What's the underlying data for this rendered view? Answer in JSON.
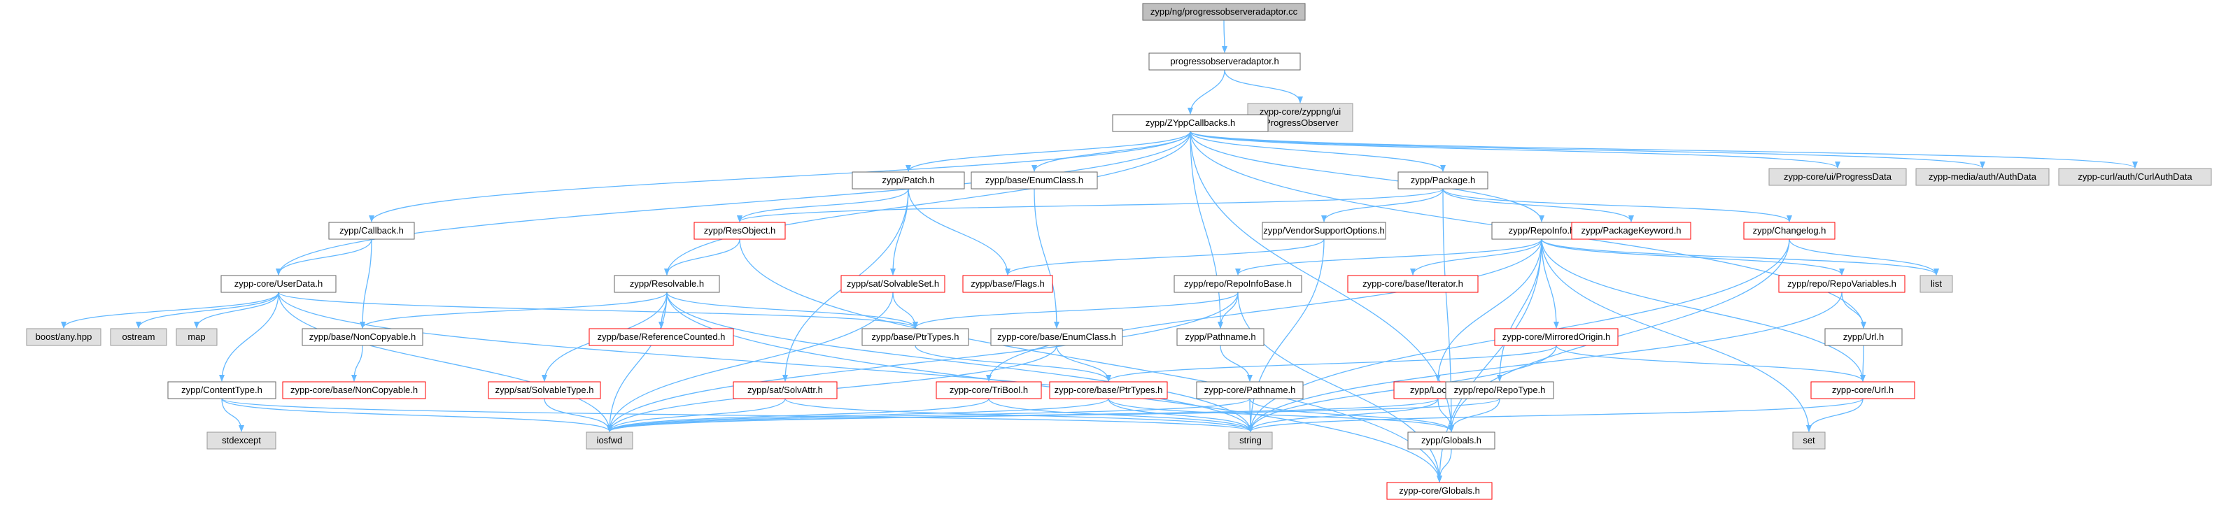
{
  "graph": {
    "edge_color": "#63b8ff",
    "styles": {
      "root": {
        "fill": "#bfbfbf",
        "stroke": "#666666",
        "text": "#000000"
      },
      "normal": {
        "fill": "#ffffff",
        "stroke": "#666666",
        "text": "#000000"
      },
      "red": {
        "fill": "#ffffff",
        "stroke": "#ff0000",
        "text": "#000000"
      },
      "ext": {
        "fill": "#e0e0e0",
        "stroke": "#999999",
        "text": "#000000"
      }
    },
    "nodes": [
      {
        "id": "root",
        "lines": [
          "zypp/ng/progressobserveradaptor.cc"
        ],
        "style": "root"
      },
      {
        "id": "poa",
        "lines": [
          "progressobserveradaptor.h"
        ],
        "style": "normal"
      },
      {
        "id": "zyppui",
        "lines": [
          "zypp-core/zyppng/ui",
          "/ProgressObserver"
        ],
        "style": "ext"
      },
      {
        "id": "zcb",
        "lines": [
          "zypp/ZYppCallbacks.h"
        ],
        "style": "normal"
      },
      {
        "id": "uipd",
        "lines": [
          "zypp-core/ui/ProgressData"
        ],
        "style": "ext"
      },
      {
        "id": "mauth",
        "lines": [
          "zypp-media/auth/AuthData"
        ],
        "style": "ext"
      },
      {
        "id": "cauth",
        "lines": [
          "zypp-curl/auth/CurlAuthData"
        ],
        "style": "ext"
      },
      {
        "id": "patch",
        "lines": [
          "zypp/Patch.h"
        ],
        "style": "normal"
      },
      {
        "id": "benum",
        "lines": [
          "zypp/base/EnumClass.h"
        ],
        "style": "normal"
      },
      {
        "id": "pkg",
        "lines": [
          "zypp/Package.h"
        ],
        "style": "normal"
      },
      {
        "id": "cb",
        "lines": [
          "zypp/Callback.h"
        ],
        "style": "normal"
      },
      {
        "id": "resobj",
        "lines": [
          "zypp/ResObject.h"
        ],
        "style": "red"
      },
      {
        "id": "vso",
        "lines": [
          "zypp/VendorSupportOptions.h"
        ],
        "style": "normal"
      },
      {
        "id": "repoinfo",
        "lines": [
          "zypp/RepoInfo.h"
        ],
        "style": "normal"
      },
      {
        "id": "pkw",
        "lines": [
          "zypp/PackageKeyword.h"
        ],
        "style": "red"
      },
      {
        "id": "chlog",
        "lines": [
          "zypp/Changelog.h"
        ],
        "style": "red"
      },
      {
        "id": "userdata",
        "lines": [
          "zypp-core/UserData.h"
        ],
        "style": "normal"
      },
      {
        "id": "resolv",
        "lines": [
          "zypp/Resolvable.h"
        ],
        "style": "normal"
      },
      {
        "id": "ssset",
        "lines": [
          "zypp/sat/SolvableSet.h"
        ],
        "style": "red"
      },
      {
        "id": "bflags",
        "lines": [
          "zypp/base/Flags.h"
        ],
        "style": "red"
      },
      {
        "id": "rrib",
        "lines": [
          "zypp/repo/RepoInfoBase.h"
        ],
        "style": "normal"
      },
      {
        "id": "iter",
        "lines": [
          "zypp-core/base/Iterator.h"
        ],
        "style": "red"
      },
      {
        "id": "rvars",
        "lines": [
          "zypp/repo/RepoVariables.h"
        ],
        "style": "red"
      },
      {
        "id": "list",
        "lines": [
          "list"
        ],
        "style": "ext"
      },
      {
        "id": "anyhpp",
        "lines": [
          "boost/any.hpp"
        ],
        "style": "ext"
      },
      {
        "id": "ostream",
        "lines": [
          "ostream"
        ],
        "style": "ext"
      },
      {
        "id": "map",
        "lines": [
          "map"
        ],
        "style": "ext"
      },
      {
        "id": "bnoncp",
        "lines": [
          "zypp/base/NonCopyable.h"
        ],
        "style": "normal"
      },
      {
        "id": "brc",
        "lines": [
          "zypp/base/ReferenceCounted.h"
        ],
        "style": "red"
      },
      {
        "id": "bptr",
        "lines": [
          "zypp/base/PtrTypes.h"
        ],
        "style": "normal"
      },
      {
        "id": "cenum",
        "lines": [
          "zypp-core/base/EnumClass.h"
        ],
        "style": "normal"
      },
      {
        "id": "pathn",
        "lines": [
          "zypp/Pathname.h"
        ],
        "style": "normal"
      },
      {
        "id": "mirr",
        "lines": [
          "zypp-core/MirroredOrigin.h"
        ],
        "style": "red"
      },
      {
        "id": "url",
        "lines": [
          "zypp/Url.h"
        ],
        "style": "normal"
      },
      {
        "id": "cbnoncp",
        "lines": [
          "zypp-core/base/NonCopyable.h"
        ],
        "style": "red"
      },
      {
        "id": "ctype",
        "lines": [
          "zypp/ContentType.h"
        ],
        "style": "normal"
      },
      {
        "id": "sstype",
        "lines": [
          "zypp/sat/SolvableType.h"
        ],
        "style": "red"
      },
      {
        "id": "sattr",
        "lines": [
          "zypp/sat/SolvAttr.h"
        ],
        "style": "red"
      },
      {
        "id": "tribool",
        "lines": [
          "zypp-core/TriBool.h"
        ],
        "style": "red"
      },
      {
        "id": "cbptr",
        "lines": [
          "zypp-core/base/PtrTypes.h"
        ],
        "style": "red"
      },
      {
        "id": "cpathn",
        "lines": [
          "zypp-core/Pathname.h"
        ],
        "style": "normal"
      },
      {
        "id": "locale",
        "lines": [
          "zypp/Locale.h"
        ],
        "style": "red"
      },
      {
        "id": "rtype",
        "lines": [
          "zypp/repo/RepoType.h"
        ],
        "style": "normal"
      },
      {
        "id": "curl",
        "lines": [
          "zypp-core/Url.h"
        ],
        "style": "red"
      },
      {
        "id": "stdexc",
        "lines": [
          "stdexcept"
        ],
        "style": "ext"
      },
      {
        "id": "iosfwd",
        "lines": [
          "iosfwd"
        ],
        "style": "ext"
      },
      {
        "id": "string",
        "lines": [
          "string"
        ],
        "style": "ext"
      },
      {
        "id": "globals",
        "lines": [
          "zypp/Globals.h"
        ],
        "style": "normal"
      },
      {
        "id": "set",
        "lines": [
          "set"
        ],
        "style": "ext"
      },
      {
        "id": "cglobals",
        "lines": [
          "zypp-core/Globals.h"
        ],
        "style": "red"
      }
    ],
    "edges": [
      [
        "root",
        "poa"
      ],
      [
        "poa",
        "zcb"
      ],
      [
        "poa",
        "zyppui"
      ],
      [
        "zcb",
        "uipd"
      ],
      [
        "zcb",
        "mauth"
      ],
      [
        "zcb",
        "cauth"
      ],
      [
        "zcb",
        "patch"
      ],
      [
        "zcb",
        "benum"
      ],
      [
        "zcb",
        "pkg"
      ],
      [
        "zcb",
        "cb"
      ],
      [
        "zcb",
        "userdata"
      ],
      [
        "zcb",
        "resolv"
      ],
      [
        "zcb",
        "pathn"
      ],
      [
        "zcb",
        "repoinfo"
      ],
      [
        "zcb",
        "url"
      ],
      [
        "zcb",
        "globals"
      ],
      [
        "patch",
        "resobj"
      ],
      [
        "patch",
        "ssset"
      ],
      [
        "patch",
        "bflags"
      ],
      [
        "patch",
        "sattr"
      ],
      [
        "benum",
        "cenum"
      ],
      [
        "pkg",
        "resobj"
      ],
      [
        "pkg",
        "vso"
      ],
      [
        "pkg",
        "pkw"
      ],
      [
        "pkg",
        "chlog"
      ],
      [
        "pkg",
        "globals"
      ],
      [
        "cb",
        "userdata"
      ],
      [
        "cb",
        "bnoncp"
      ],
      [
        "resobj",
        "resolv"
      ],
      [
        "resobj",
        "cglobals"
      ],
      [
        "vso",
        "bflags"
      ],
      [
        "vso",
        "string"
      ],
      [
        "repoinfo",
        "rrib"
      ],
      [
        "repoinfo",
        "iter"
      ],
      [
        "repoinfo",
        "rvars"
      ],
      [
        "repoinfo",
        "list"
      ],
      [
        "repoinfo",
        "mirr"
      ],
      [
        "repoinfo",
        "locale"
      ],
      [
        "repoinfo",
        "rtype"
      ],
      [
        "repoinfo",
        "curl"
      ],
      [
        "repoinfo",
        "set"
      ],
      [
        "repoinfo",
        "tribool"
      ],
      [
        "repoinfo",
        "cglobals"
      ],
      [
        "chlog",
        "list"
      ],
      [
        "chlog",
        "string"
      ],
      [
        "chlog",
        "globals"
      ],
      [
        "userdata",
        "anyhpp"
      ],
      [
        "userdata",
        "ostream"
      ],
      [
        "userdata",
        "map"
      ],
      [
        "userdata",
        "bptr"
      ],
      [
        "userdata",
        "ctype"
      ],
      [
        "userdata",
        "string"
      ],
      [
        "userdata",
        "iosfwd"
      ],
      [
        "resolv",
        "brc"
      ],
      [
        "resolv",
        "bnoncp"
      ],
      [
        "resolv",
        "bptr"
      ],
      [
        "resolv",
        "sstype"
      ],
      [
        "resolv",
        "iosfwd"
      ],
      [
        "resolv",
        "string"
      ],
      [
        "resolv",
        "cglobals"
      ],
      [
        "ssset",
        "bptr"
      ],
      [
        "ssset",
        "iosfwd"
      ],
      [
        "rrib",
        "bptr"
      ],
      [
        "rrib",
        "pathn"
      ],
      [
        "rrib",
        "iosfwd"
      ],
      [
        "rrib",
        "cglobals"
      ],
      [
        "rvars",
        "url"
      ],
      [
        "rvars",
        "string"
      ],
      [
        "bnoncp",
        "cbnoncp"
      ],
      [
        "bptr",
        "cbptr"
      ],
      [
        "cenum",
        "cbptr"
      ],
      [
        "cenum",
        "iosfwd"
      ],
      [
        "pathn",
        "cpathn"
      ],
      [
        "mirr",
        "cbptr"
      ],
      [
        "mirr",
        "curl"
      ],
      [
        "mirr",
        "string"
      ],
      [
        "url",
        "curl"
      ],
      [
        "ctype",
        "stdexc"
      ],
      [
        "ctype",
        "iosfwd"
      ],
      [
        "ctype",
        "string"
      ],
      [
        "sstype",
        "iosfwd"
      ],
      [
        "sattr",
        "iosfwd"
      ],
      [
        "sattr",
        "string"
      ],
      [
        "tribool",
        "iosfwd"
      ],
      [
        "tribool",
        "string"
      ],
      [
        "cbptr",
        "iosfwd"
      ],
      [
        "cbptr",
        "string"
      ],
      [
        "cbptr",
        "globals"
      ],
      [
        "cpathn",
        "string"
      ],
      [
        "cpathn",
        "iosfwd"
      ],
      [
        "cpathn",
        "globals"
      ],
      [
        "locale",
        "iosfwd"
      ],
      [
        "locale",
        "string"
      ],
      [
        "locale",
        "globals"
      ],
      [
        "rtype",
        "iosfwd"
      ],
      [
        "rtype",
        "globals"
      ],
      [
        "curl",
        "set"
      ],
      [
        "curl",
        "string"
      ],
      [
        "globals",
        "cglobals"
      ]
    ]
  }
}
